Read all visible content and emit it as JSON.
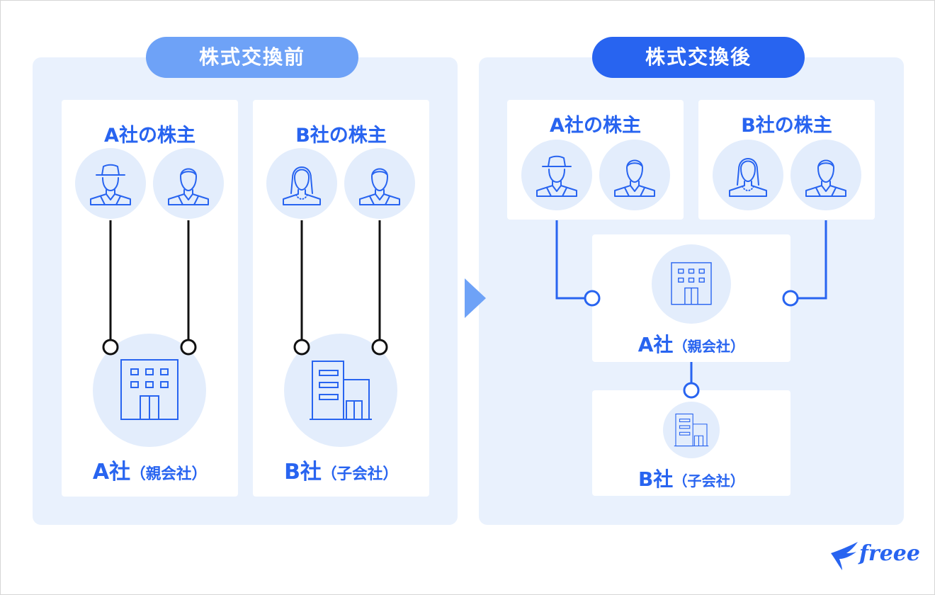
{
  "before": {
    "title": "株式交換前",
    "a_shareholders": "A社の株主",
    "b_shareholders": "B社の株主",
    "a_company": "A社",
    "a_company_role": "（親会社）",
    "b_company": "B社",
    "b_company_role": "（子会社）"
  },
  "after": {
    "title": "株式交換後",
    "a_shareholders": "A社の株主",
    "b_shareholders": "B社の株主",
    "a_company": "A社",
    "a_company_role": "（親会社）",
    "b_company": "B社",
    "b_company_role": "（子会社）"
  },
  "brand": {
    "logo_text": "freee"
  },
  "icons": {
    "shareholder_1": "man-with-hat-icon",
    "shareholder_2": "man-icon",
    "shareholder_3": "woman-icon",
    "shareholder_4": "man-icon",
    "parent_company": "office-building-icon",
    "subsidiary_company": "small-building-icon",
    "transition": "arrow-right-icon"
  },
  "colors": {
    "accent": "#2864f0",
    "accent_light": "#6ea2f7",
    "panel_bg": "#e9f1fd",
    "icon_circle": "#e3edfc",
    "connector_before": "#111111",
    "connector_after": "#2864f0"
  }
}
